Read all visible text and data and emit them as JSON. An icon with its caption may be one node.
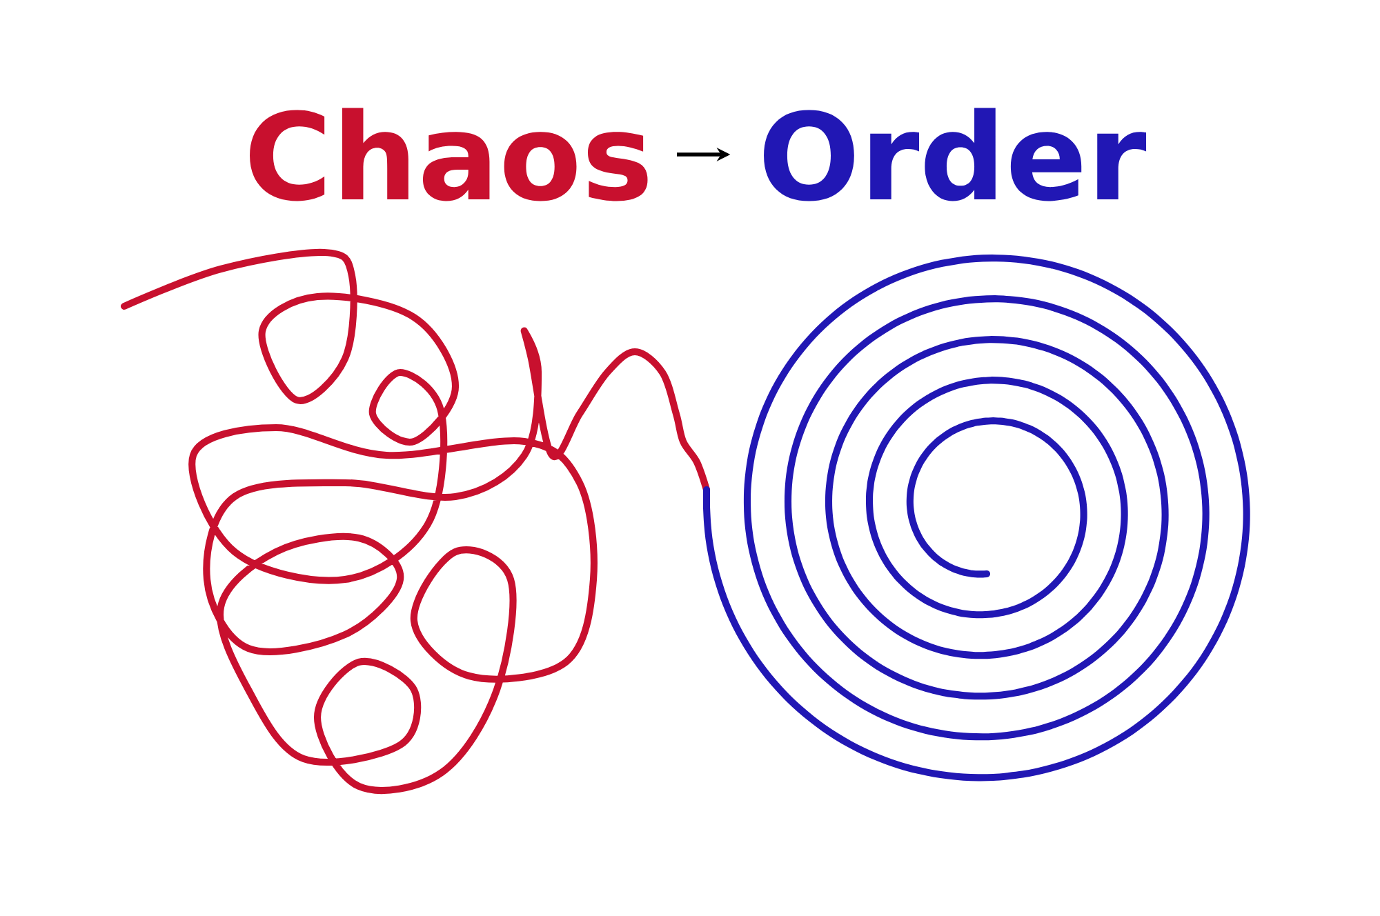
{
  "diagram": {
    "nodes": [
      {
        "text": [
          "Chaos"
        ]
      },
      {
        "text": [
          "Order"
        ]
      }
    ],
    "edges": [
      {
        "from": 0,
        "to": 1,
        "arrow": "to"
      }
    ]
  }
}
